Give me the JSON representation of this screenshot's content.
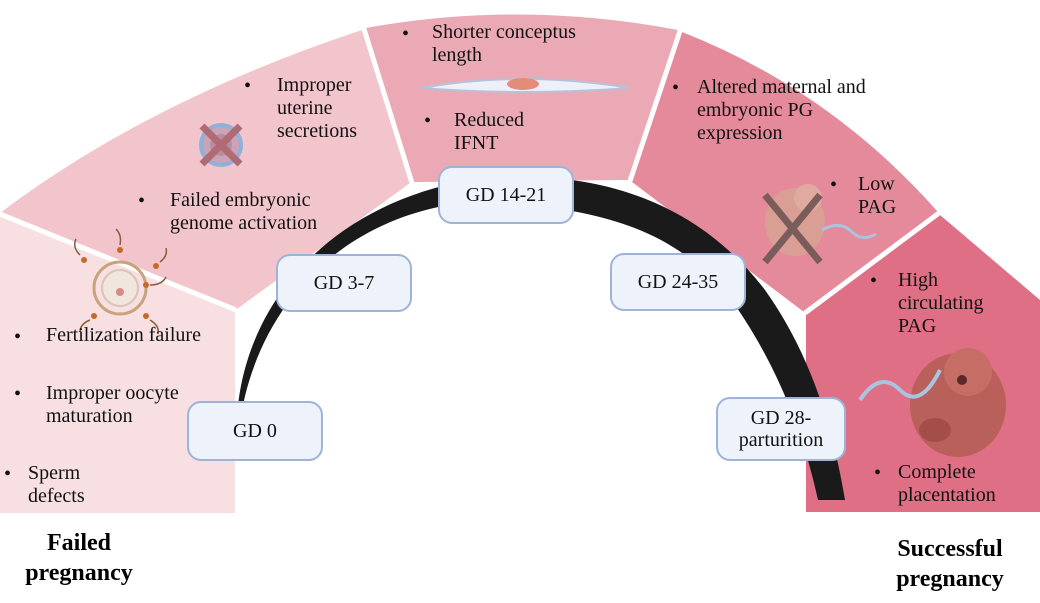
{
  "colors": {
    "seg1": "#f7dfe2",
    "seg2": "#f2c4cc",
    "seg3": "#eba9b5",
    "seg4": "#e48a9b",
    "seg5": "#df6f85",
    "arc": "#1a1a1a",
    "pill_bg": "#eef3fb",
    "pill_border": "#9db4d8"
  },
  "segments": [
    {
      "items": [
        "Fertilization failure",
        "Improper oocyte maturation",
        "Sperm defects"
      ],
      "icon": "fertilization-oocyte-sperm-icon"
    },
    {
      "items": [
        "Improper uterine secretions",
        "Failed embryonic genome activation"
      ],
      "icon": "crossed-out-embryo-icon"
    },
    {
      "items": [
        "Shorter conceptus length",
        "Reduced IFNT"
      ],
      "icon": "elongated-conceptus-icon"
    },
    {
      "items": [
        "Altered maternal and embryonic PG expression",
        "Low PAG"
      ],
      "icon": "crossed-out-fetus-icon"
    },
    {
      "items": [
        "High circulating PAG",
        "Complete placentation"
      ],
      "icon": "fetus-icon"
    }
  ],
  "timeline": [
    "GD 0",
    "GD 3-7",
    "GD 14-21",
    "GD 24-35",
    "GD 28-parturition"
  ],
  "outcomes": {
    "left": "Failed pregnancy",
    "right": "Successful pregnancy"
  }
}
